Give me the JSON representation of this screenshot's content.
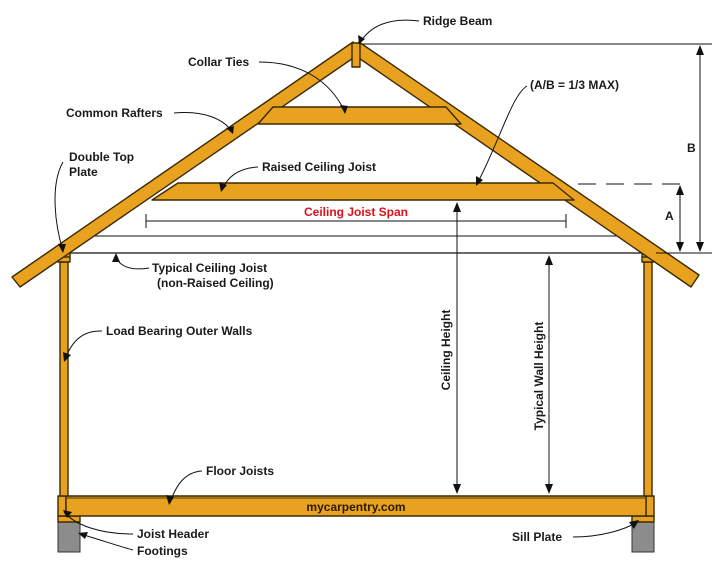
{
  "colors": {
    "wood": "#E8A21F",
    "wood_edge": "#3a2a00",
    "footing": "#8C8C8C",
    "label": "#1a1a1a",
    "span_label": "#e0101a"
  },
  "labels": {
    "ridge_beam": "Ridge Beam",
    "collar_ties": "Collar Ties",
    "ratio_note": "(A/B = 1/3 MAX)",
    "common_rafters": "Common Rafters",
    "double_top_plate_line1": "Double Top",
    "double_top_plate_line2": "Plate",
    "raised_ceiling_joist": "Raised Ceiling Joist",
    "ceiling_joist_span": "Ceiling Joist Span",
    "typical_ceiling_joist_line1": "Typical Ceiling Joist",
    "typical_ceiling_joist_line2": "(non-Raised Ceiling)",
    "load_bearing_walls": "Load Bearing Outer Walls",
    "ceiling_height": "Ceiling Height",
    "typical_wall_height": "Typical Wall Height",
    "floor_joists": "Floor Joists",
    "site": "mycarpentry.com",
    "joist_header": "Joist Header",
    "footings": "Footings",
    "sill_plate": "Sill Plate",
    "dim_a": "A",
    "dim_b": "B"
  }
}
